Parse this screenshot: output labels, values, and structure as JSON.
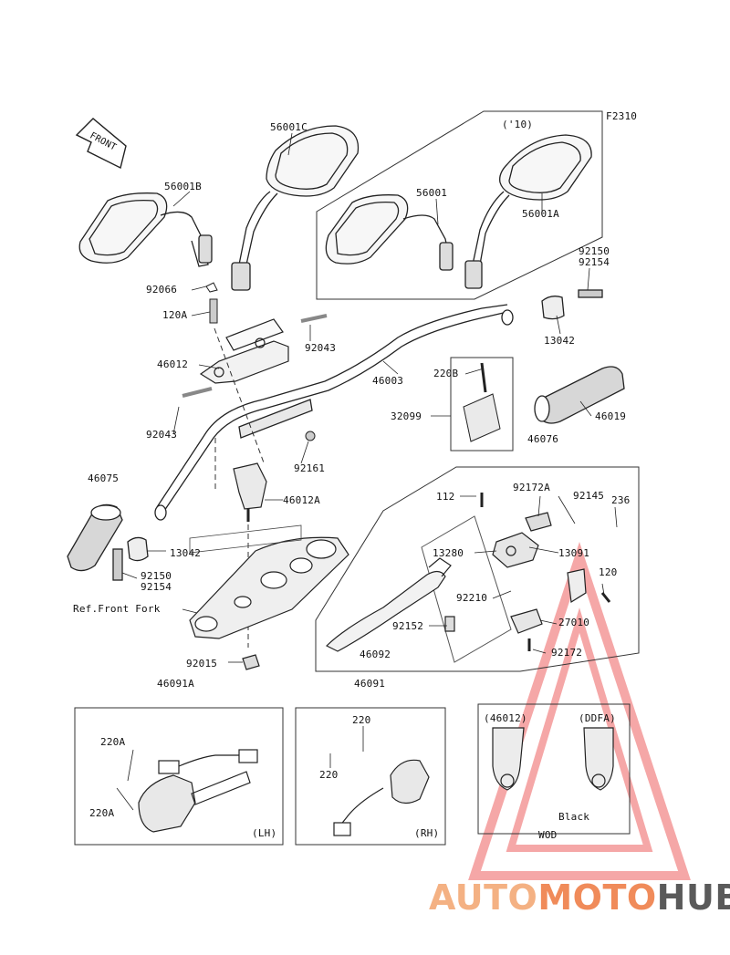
{
  "figure_code": "F2310",
  "front_label": "FRONT",
  "year_note": "('10)",
  "ref_front_fork": "Ref.Front Fork",
  "lh_label": "(LH)",
  "rh_label": "(RH)",
  "box_left_title": "(46012)",
  "box_right_title": "(DDFA)",
  "black_label": "Black",
  "wod_label": "WOD",
  "watermark": {
    "part1": "AUTO",
    "part2": "MOTO",
    "part3": "HUB"
  },
  "parts": {
    "p56001C": "56001C",
    "p56001B": "56001B",
    "p56001": "56001",
    "p56001A": "56001A",
    "p92150a": "92150",
    "p92154a": "92154",
    "p92066": "92066",
    "p120A": "120A",
    "p92043a": "92043",
    "p46012": "46012",
    "p46003": "46003",
    "p220B": "220B",
    "p13042a": "13042",
    "p32099": "32099",
    "p46019": "46019",
    "p92043b": "92043",
    "p92161": "92161",
    "p46076": "46076",
    "p46075": "46075",
    "p46012A": "46012A",
    "p112": "112",
    "p92172A": "92172A",
    "p92145": "92145",
    "p236": "236",
    "p13042b": "13042",
    "p13280": "13280",
    "p13091": "13091",
    "p92150b": "92150",
    "p92154b": "92154",
    "p120": "120",
    "p92210": "92210",
    "p92152": "92152",
    "p27010": "27010",
    "p46092": "46092",
    "p92172": "92172",
    "p92015": "92015",
    "p46091A": "46091A",
    "p46091": "46091",
    "p220Aa": "220A",
    "p220Ab": "220A",
    "p220a": "220",
    "p220b": "220"
  }
}
